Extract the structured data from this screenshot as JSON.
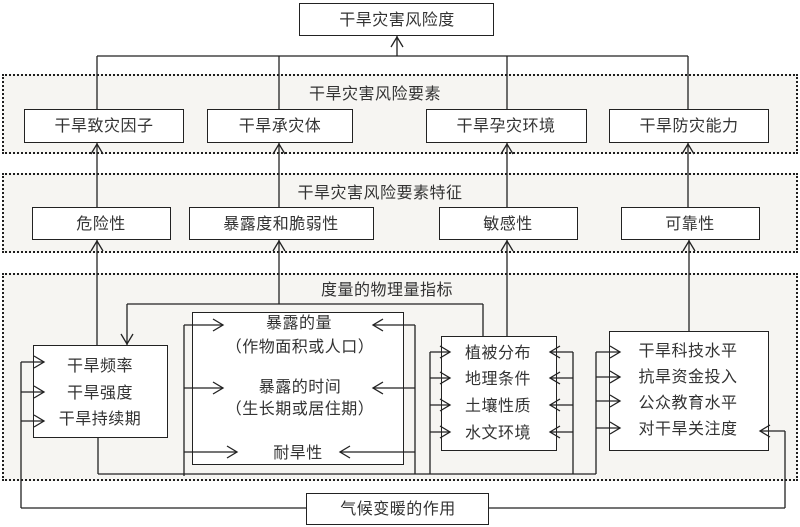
{
  "diagram": {
    "top": {
      "label": "干旱灾害风险度"
    },
    "group_elements": {
      "title": "干旱灾害风险要素",
      "boxes": [
        "干旱致灾因子",
        "干旱承灾体",
        "干旱孕灾环境",
        "干旱防灾能力"
      ]
    },
    "group_features": {
      "title": "干旱灾害风险要素特征",
      "boxes": [
        "危险性",
        "暴露度和脆弱性",
        "敏感性",
        "可靠性"
      ]
    },
    "group_indicators": {
      "title": "度量的物理量指标",
      "hazard": [
        "干旱频率",
        "干旱强度",
        "干旱持续期"
      ],
      "exposure": [
        "暴露的量",
        "（作物面积或人口）",
        "暴露的时间",
        "（生长期或居住期）",
        "耐旱性"
      ],
      "environment": [
        "植被分布",
        "地理条件",
        "土壤性质",
        "水文环境"
      ],
      "capacity": [
        "干旱科技水平",
        "抗旱资金投入",
        "公众教育水平",
        "对干旱关注度"
      ]
    },
    "climate": {
      "label": "气候变暖的作用"
    }
  }
}
